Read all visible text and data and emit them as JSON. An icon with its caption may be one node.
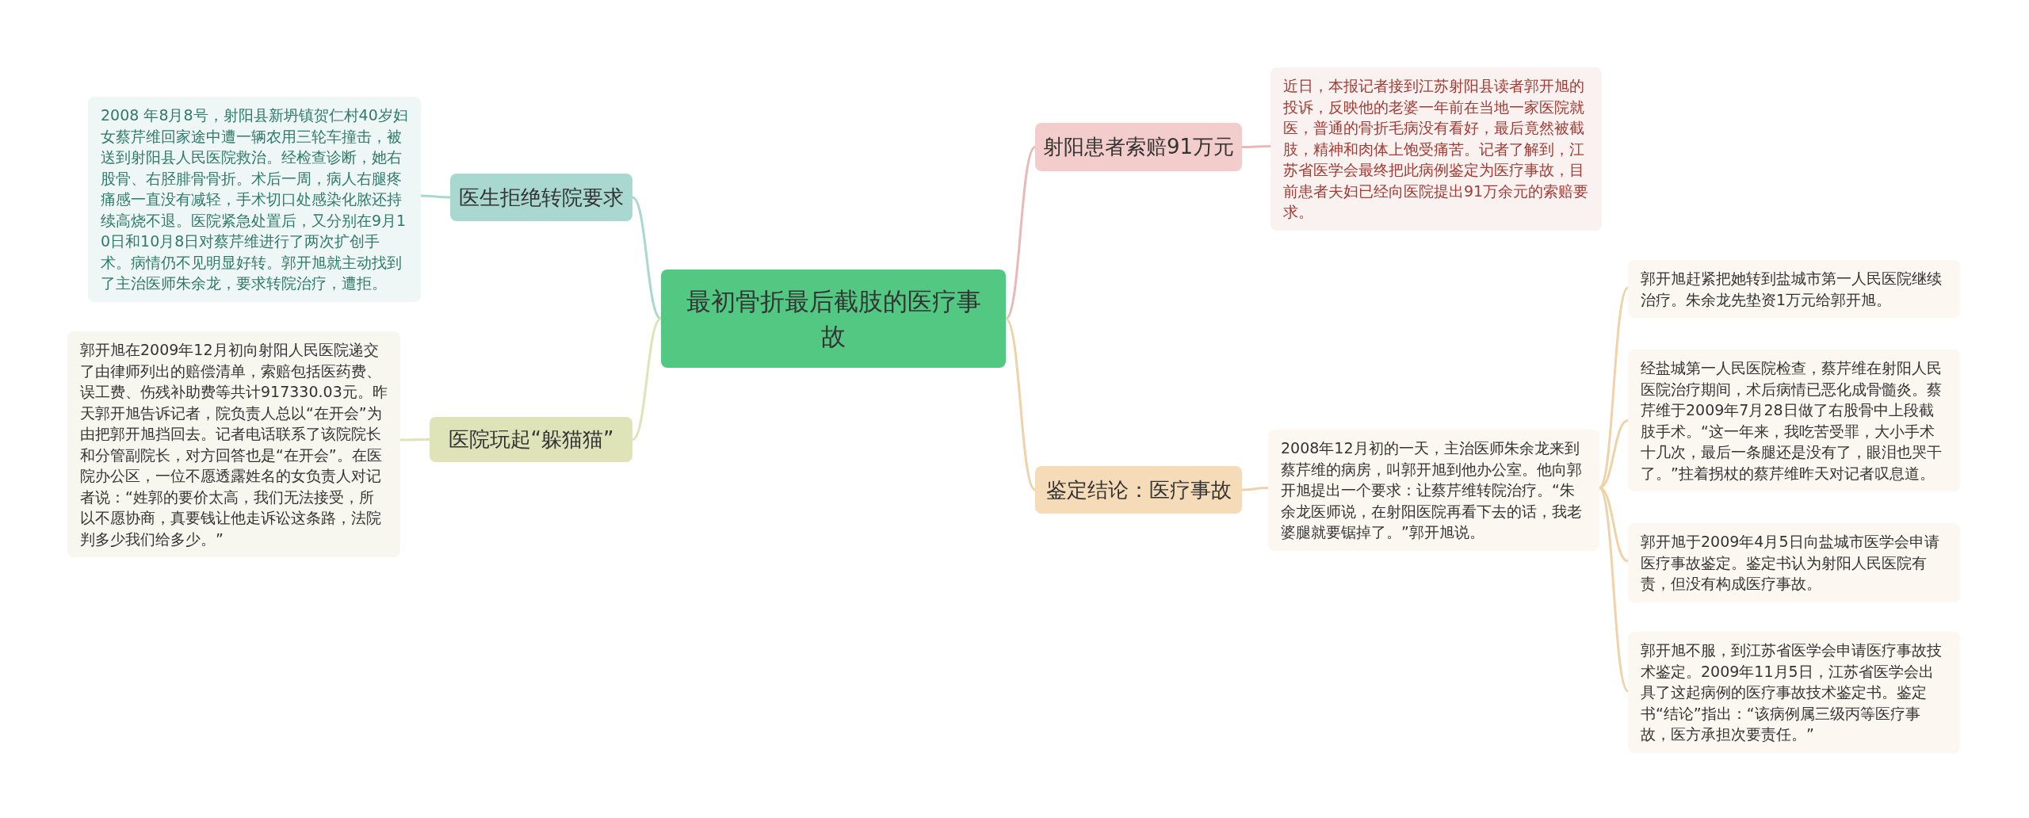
{
  "diagram": {
    "nodes": [
      {
        "text": [
          "最初骨折最后截肢的医疗事故"
        ]
      },
      {
        "text": [
          "医生拒绝转院要求"
        ]
      },
      {
        "text": [
          "2008  年8月8号，射阳县新坍镇贺仁村40岁妇女蔡芹维回家途中遭一辆农用三轮车撞击，被送到射阳县人民医院救治。经检查诊断，她右股骨、右胫腓骨骨折。术后一周，病人右腿疼痛感一直没有减轻，手术切口处感染化脓还持续高烧不退。医院紧急处置后，又分别在9月10日和10月8日对蔡芹维进行了两次扩创手术。病情仍不见明显好转。郭开旭就主动找到了主治医师朱余龙，要求转院治疗，遭拒。"
        ]
      },
      {
        "text": [
          "医院玩起“躲猫猫”"
        ]
      },
      {
        "text": [
          "郭开旭在2009年12月初向射阳人民医院递交了由律师列出的赔偿清单，索赔包括医药费、误工费、伤残补助费等共计917330.03元。昨天郭开旭告诉记者，院负责人总以“在开会”为由把郭开旭挡回去。记者电话联系了该院院长和分管副院长，对方回答也是“在开会”。在医院办公区，一位不愿透露姓名的女负责人对记者说：“姓郭的要价太高，我们无法接受，所以不愿协商，真要钱让他走诉讼这条路，法院判多少我们给多少。”"
        ]
      },
      {
        "text": [
          "射阳患者索赔91万元"
        ]
      },
      {
        "text": [
          "近日，本报记者接到江苏射阳县读者郭开旭的投诉，反映他的老婆一年前在当地一家医院就医，普通的骨折毛病没有看好，最后竟然被截肢，精神和肉体上饱受痛苦。记者了解到，江苏省医学会最终把此病例鉴定为医疗事故，目前患者夫妇已经向医院提出91万余元的索赔要求。"
        ]
      },
      {
        "text": [
          "鉴定结论：医疗事故"
        ]
      },
      {
        "text": [
          "2008年12月初的一天，主治医师朱余龙来到蔡芹维的病房，叫郭开旭到他办公室。他向郭开旭提出一个要求：让蔡芹维转院治疗。“朱余龙医师说，在射阳医院再看下去的话，我老婆腿就要锯掉了。”郭开旭说。"
        ]
      },
      {
        "text": [
          "郭开旭赶紧把她转到盐城市第一人民医院继续治疗。朱余龙先垫资1万元给郭开旭。"
        ]
      },
      {
        "text": [
          "经盐城第一人民医院检查，蔡芹维在射阳人民医院治疗期间，术后病情已恶化成骨髓炎。蔡芹维于2009年7月28日做了右股骨中上段截肢手术。“这一年来，我吃苦受罪，大小手术十几次，最后一条腿还是没有了，眼泪也哭干了。”拄着拐杖的蔡芹维昨天对记者叹息道。"
        ]
      },
      {
        "text": [
          "郭开旭于2009年4月5日向盐城市医学会申请医疗事故鉴定。鉴定书认为射阳人民医院有责，但没有构成医疗事故。"
        ]
      },
      {
        "text": [
          "郭开旭不服，到江苏省医学会申请医疗事故技术鉴定。2009年11月5日，江苏省医学会出具了这起病例的医疗事故技术鉴定书。鉴定书“结论”指出：“该病例属三级丙等医疗事故，医方承担次要责任。”"
        ]
      }
    ],
    "edges": [
      {
        "from": 0,
        "to": 1,
        "arrow": "none",
        "color": "#a8d8cf"
      },
      {
        "from": 1,
        "to": 2,
        "arrow": "none",
        "color": "#a8d8cf"
      },
      {
        "from": 0,
        "to": 3,
        "arrow": "none",
        "color": "#dfe3b8"
      },
      {
        "from": 3,
        "to": 4,
        "arrow": "none",
        "color": "#dfe3b8"
      },
      {
        "from": 0,
        "to": 5,
        "arrow": "none",
        "color": "#e8b9b6"
      },
      {
        "from": 5,
        "to": 6,
        "arrow": "none",
        "color": "#e8b9b6"
      },
      {
        "from": 0,
        "to": 7,
        "arrow": "none",
        "color": "#f0d2a8"
      },
      {
        "from": 7,
        "to": 8,
        "arrow": "none",
        "color": "#f0d2a8"
      },
      {
        "from": 8,
        "to": 9,
        "arrow": "none",
        "color": "#f0d2a8"
      },
      {
        "from": 8,
        "to": 10,
        "arrow": "none",
        "color": "#f0d2a8"
      },
      {
        "from": 8,
        "to": 11,
        "arrow": "none",
        "color": "#f0d2a8"
      },
      {
        "from": 8,
        "to": 12,
        "arrow": "none",
        "color": "#f0d2a8"
      }
    ]
  }
}
